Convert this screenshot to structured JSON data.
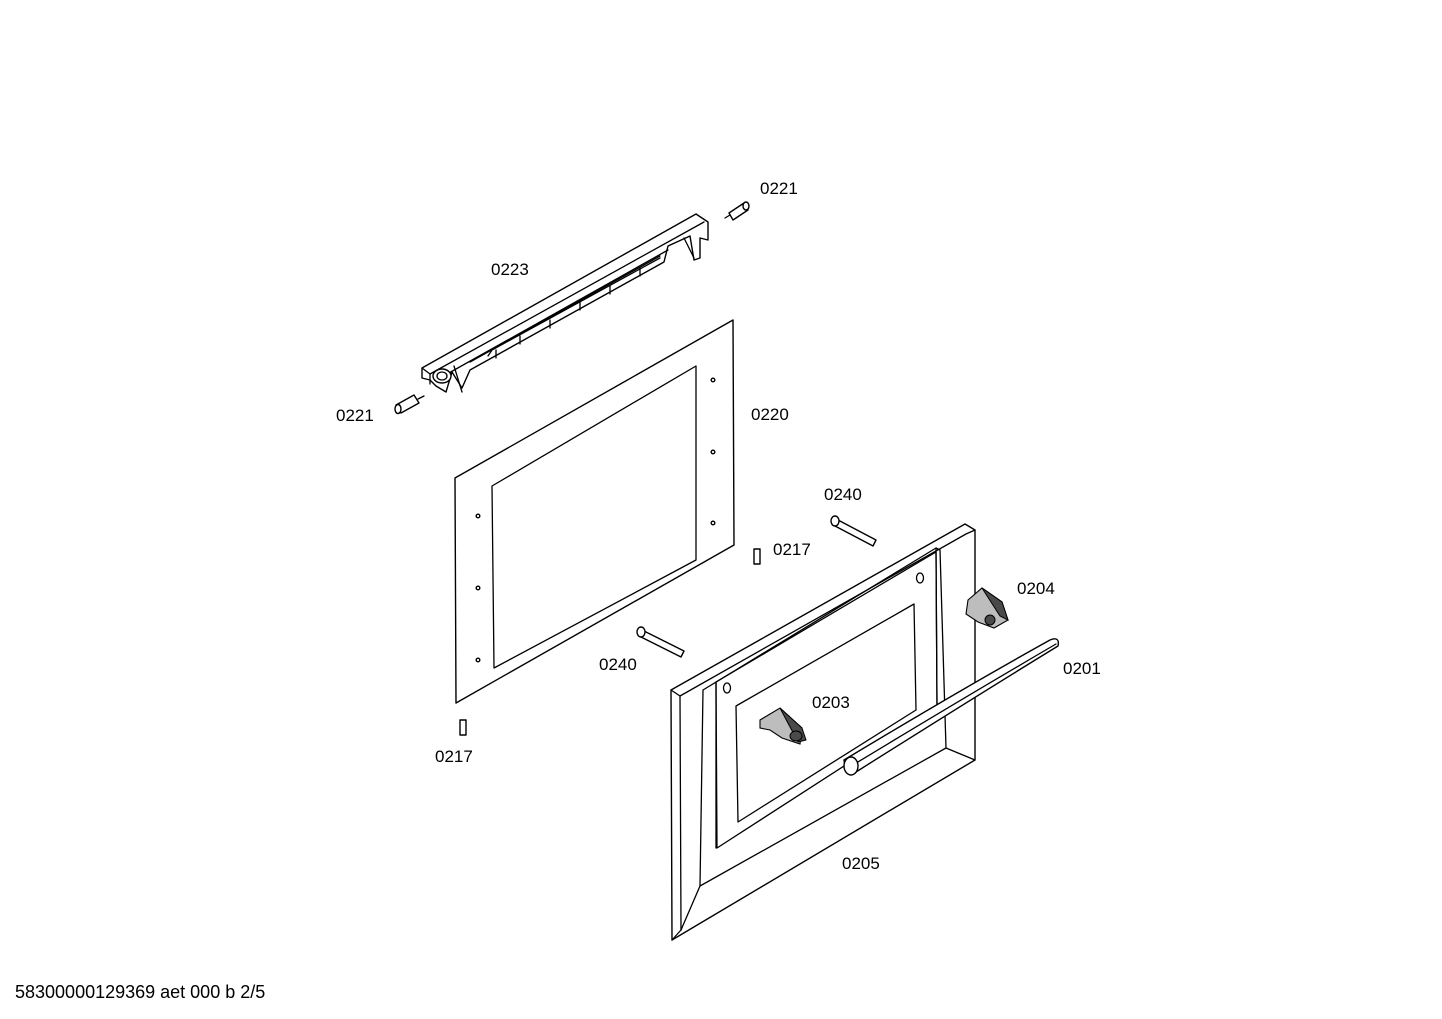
{
  "labels": {
    "p0221_top": "0221",
    "p0223": "0223",
    "p0221_left": "0221",
    "p0220": "0220",
    "p0240_right": "0240",
    "p0217_right": "0217",
    "p0204": "0204",
    "p0240_left": "0240",
    "p0201": "0201",
    "p0203": "0203",
    "p0217_bottom": "0217",
    "p0205": "0205"
  },
  "footer": "58300000129369 aet 000 b 2/5"
}
